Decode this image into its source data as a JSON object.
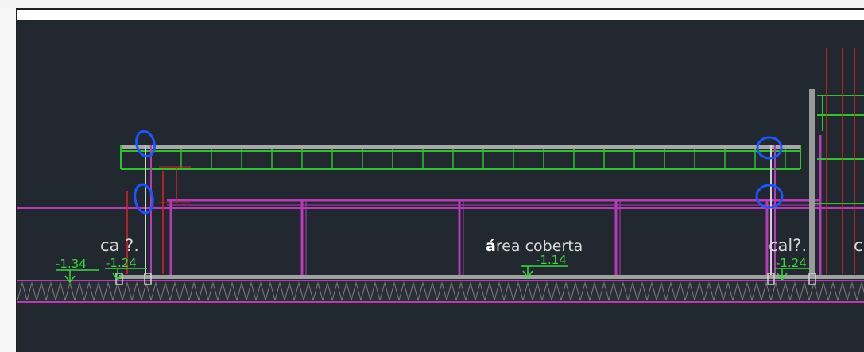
{
  "labels": {
    "ca_left": "ca ?.",
    "area_coberta_bold": "á",
    "area_coberta_rest": "rea  coberta",
    "cal_right": "cal?.",
    "right_clipped": "c"
  },
  "levels": {
    "level_left_outer": "-1.34",
    "level_left_inner": "-1.24",
    "level_center": "-1.14",
    "level_right": "-1.24"
  },
  "colors": {
    "background": "#212830",
    "beam": "#2ec22e",
    "wall": "#b83ab8",
    "dimension": "#e02020",
    "text": "#d8d8d8",
    "level_text": "#3ad83a",
    "annotation": "#1a55ff",
    "slab": "#a0a0a0"
  }
}
